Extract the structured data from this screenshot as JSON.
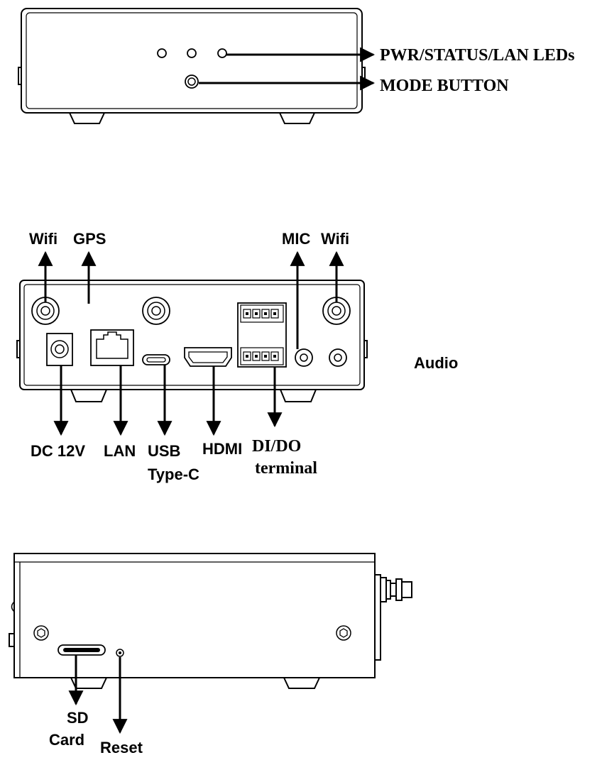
{
  "front_view": {
    "leds_label": "PWR/STATUS/LAN LEDs",
    "mode_button_label": "MODE BUTTON"
  },
  "rear_view": {
    "wifi_left_label": "Wifi",
    "gps_label": "GPS",
    "mic_label": "MIC",
    "wifi_right_label": "Wifi",
    "audio_label": "Audio",
    "dc_label": "DC 12V",
    "lan_label": "LAN",
    "usb_label_line1": "USB",
    "usb_label_line2": "Type-C",
    "hdmi_label": "HDMI",
    "dido_label_line1": "DI/DO",
    "dido_label_line2": "terminal"
  },
  "side_view": {
    "sd_label_line1": "SD",
    "sd_label_line2": "Card",
    "reset_label": "Reset"
  }
}
